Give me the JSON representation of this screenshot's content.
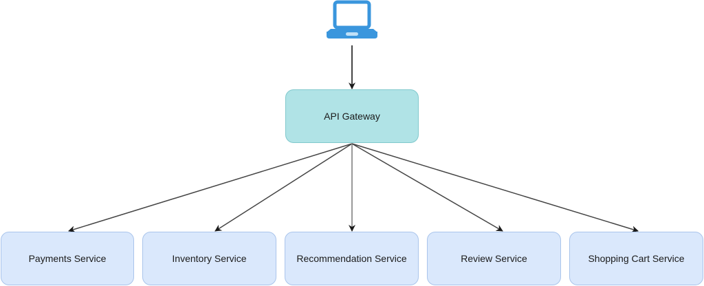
{
  "diagram": {
    "client": {
      "icon": "laptop-icon",
      "color": "#3a96dd"
    },
    "gateway": {
      "label": "API Gateway",
      "fill": "#b0e3e6",
      "stroke": "#7fc8cc"
    },
    "services": [
      {
        "label": "Payments Service"
      },
      {
        "label": "Inventory Service"
      },
      {
        "label": "Recommendation Service"
      },
      {
        "label": "Review Service"
      },
      {
        "label": "Shopping Cart Service"
      }
    ],
    "service_fill": "#dae8fc",
    "service_stroke": "#a9c4eb",
    "edges": [
      {
        "from": "client",
        "to": "gateway"
      },
      {
        "from": "gateway",
        "to": "Payments Service"
      },
      {
        "from": "gateway",
        "to": "Inventory Service"
      },
      {
        "from": "gateway",
        "to": "Recommendation Service"
      },
      {
        "from": "gateway",
        "to": "Review Service"
      },
      {
        "from": "gateway",
        "to": "Shopping Cart Service"
      }
    ]
  }
}
